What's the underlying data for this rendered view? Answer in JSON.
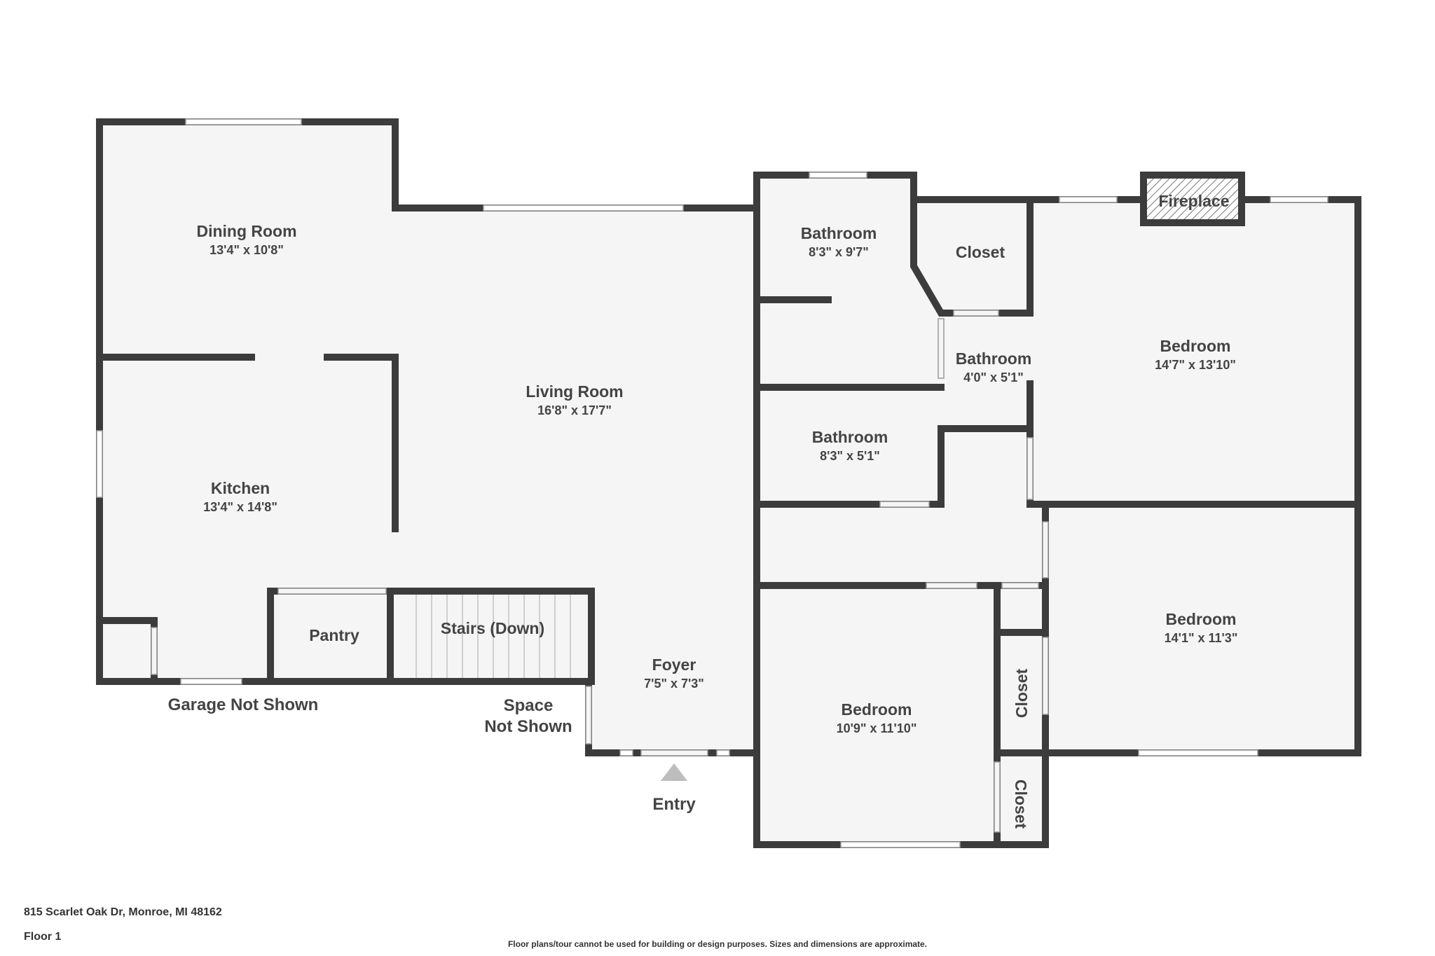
{
  "address": "815 Scarlet Oak Dr, Monroe, MI 48162",
  "floor": "Floor 1",
  "disclaimer": "Floor plans/tour cannot be used for building or design purposes. Sizes and dimensions are approximate.",
  "colors": {
    "wall": "#3c3c3c",
    "floor": "#f5f5f5",
    "text": "#444444",
    "arrow": "#bdbdbd"
  },
  "rooms": {
    "dining": {
      "name": "Dining Room",
      "dim": "13'4\" x 10'8\""
    },
    "living": {
      "name": "Living Room",
      "dim": "16'8\" x 17'7\""
    },
    "kitchen": {
      "name": "Kitchen",
      "dim": "13'4\" x 14'8\""
    },
    "pantry": {
      "name": "Pantry"
    },
    "stairs": {
      "name": "Stairs (Down)"
    },
    "foyer": {
      "name": "Foyer",
      "dim": "7'5\" x 7'3\""
    },
    "bath1": {
      "name": "Bathroom",
      "dim": "8'3\" x 9'7\""
    },
    "bath2": {
      "name": "Bathroom",
      "dim": "8'3\" x 5'1\""
    },
    "bath3": {
      "name": "Bathroom",
      "dim": "4'0\" x 5'1\""
    },
    "closet_top": {
      "name": "Closet"
    },
    "fireplace": {
      "name": "Fireplace"
    },
    "bed_master": {
      "name": "Bedroom",
      "dim": "14'7\" x 13'10\""
    },
    "bed_right": {
      "name": "Bedroom",
      "dim": "14'1\" x 11'3\""
    },
    "bed_bottom": {
      "name": "Bedroom",
      "dim": "10'9\" x 11'10\""
    },
    "closet_v1": {
      "name": "Closet"
    },
    "closet_v2": {
      "name": "Closet"
    }
  },
  "labels": {
    "garage": "Garage Not Shown",
    "space_line1": "Space",
    "space_line2": "Not Shown",
    "entry": "Entry"
  }
}
